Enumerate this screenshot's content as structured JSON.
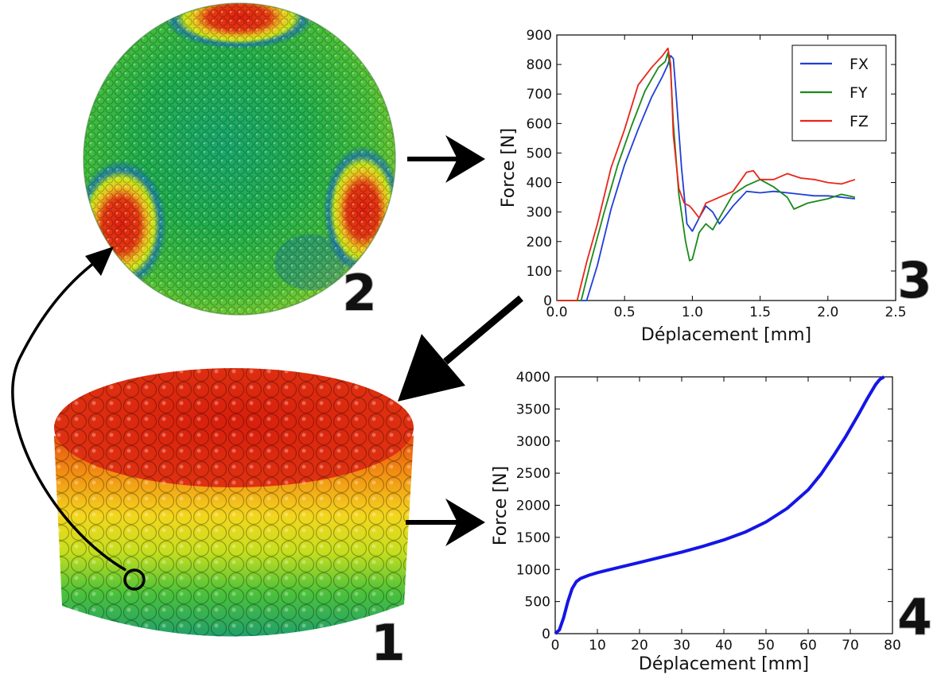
{
  "panel_labels": {
    "sample": "1",
    "sphere": "2",
    "chart_fxyz": "3",
    "chart_compression": "4"
  },
  "colors": {
    "FX": "#1f3fd6",
    "FY": "#1a8a1a",
    "FZ": "#e8251b",
    "curve4": "#1515e6",
    "arrow": "#000000",
    "particle_scale": [
      "#1a6fb0",
      "#1fa0a0",
      "#20b050",
      "#5ad02a",
      "#c8e81a",
      "#f0e020",
      "#f59a10",
      "#e0250f"
    ]
  },
  "chart_data": [
    {
      "type": "line",
      "xlabel": "Déplacement [mm]",
      "ylabel": "Force [N]",
      "xlim": [
        0.0,
        2.5
      ],
      "ylim": [
        0,
        900
      ],
      "xticks": [
        "0.0",
        "0.5",
        "1.0",
        "1.5",
        "2.0",
        "2.5"
      ],
      "yticks": [
        "0",
        "100",
        "200",
        "300",
        "400",
        "500",
        "600",
        "700",
        "800",
        "900"
      ],
      "grid": false,
      "legend": "top-right",
      "series": [
        {
          "name": "FX",
          "x": [
            0.0,
            0.22,
            0.3,
            0.4,
            0.5,
            0.6,
            0.7,
            0.78,
            0.82,
            0.84,
            0.86,
            0.88,
            0.92,
            0.96,
            1.0,
            1.05,
            1.1,
            1.15,
            1.2,
            1.3,
            1.4,
            1.5,
            1.6,
            1.7,
            1.8,
            1.9,
            2.0,
            2.1,
            2.2
          ],
          "y": [
            0,
            0,
            120,
            310,
            460,
            580,
            690,
            760,
            800,
            830,
            820,
            700,
            450,
            260,
            235,
            280,
            320,
            300,
            260,
            320,
            370,
            365,
            370,
            365,
            360,
            355,
            355,
            350,
            345
          ]
        },
        {
          "name": "FY",
          "x": [
            0.0,
            0.18,
            0.25,
            0.35,
            0.45,
            0.55,
            0.65,
            0.75,
            0.8,
            0.82,
            0.84,
            0.86,
            0.9,
            0.95,
            0.98,
            1.0,
            1.05,
            1.1,
            1.15,
            1.2,
            1.3,
            1.4,
            1.5,
            1.6,
            1.7,
            1.75,
            1.85,
            2.0,
            2.1,
            2.2
          ],
          "y": [
            0,
            0,
            130,
            300,
            460,
            590,
            710,
            790,
            810,
            840,
            780,
            600,
            360,
            200,
            135,
            140,
            230,
            260,
            240,
            280,
            360,
            390,
            410,
            385,
            350,
            310,
            330,
            345,
            360,
            350
          ]
        },
        {
          "name": "FZ",
          "x": [
            0.0,
            0.15,
            0.22,
            0.3,
            0.4,
            0.5,
            0.6,
            0.7,
            0.78,
            0.82,
            0.84,
            0.86,
            0.9,
            0.94,
            0.98,
            1.0,
            1.05,
            1.1,
            1.2,
            1.3,
            1.4,
            1.45,
            1.5,
            1.6,
            1.7,
            1.8,
            1.9,
            2.0,
            2.1,
            2.2
          ],
          "y": [
            0,
            0,
            130,
            260,
            450,
            580,
            730,
            790,
            830,
            855,
            800,
            560,
            380,
            330,
            320,
            310,
            280,
            330,
            350,
            370,
            435,
            440,
            410,
            410,
            430,
            415,
            410,
            400,
            395,
            410
          ]
        }
      ]
    },
    {
      "type": "line",
      "xlabel": "Déplacement [mm]",
      "ylabel": "Force [N]",
      "xlim": [
        0,
        80
      ],
      "ylim": [
        0,
        4000
      ],
      "xticks": [
        "0",
        "10",
        "20",
        "30",
        "40",
        "50",
        "60",
        "70",
        "80"
      ],
      "yticks": [
        "0",
        "500",
        "1000",
        "1500",
        "2000",
        "2500",
        "3000",
        "3500",
        "4000"
      ],
      "grid": false,
      "series": [
        {
          "x": [
            0,
            1,
            2,
            3,
            4,
            5,
            6,
            8,
            10,
            15,
            20,
            25,
            30,
            35,
            40,
            45,
            50,
            55,
            60,
            63,
            66,
            69,
            72,
            74,
            76,
            77,
            78
          ],
          "y": [
            0,
            60,
            250,
            500,
            700,
            810,
            860,
            910,
            950,
            1030,
            1110,
            1190,
            1270,
            1360,
            1460,
            1580,
            1740,
            1950,
            2240,
            2480,
            2770,
            3080,
            3420,
            3660,
            3880,
            3960,
            4000
          ]
        }
      ]
    }
  ]
}
